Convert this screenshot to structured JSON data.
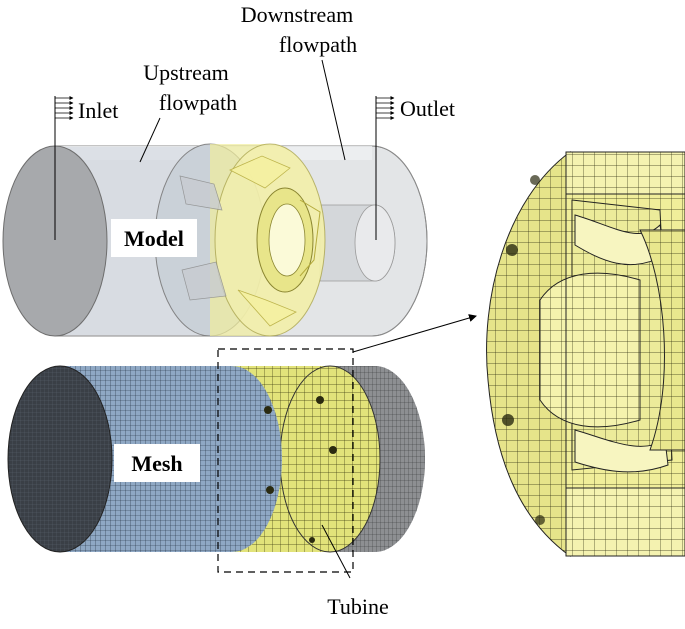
{
  "labels": {
    "downstream_line1": "Downstream",
    "downstream_line2": "flowpath",
    "upstream_line1": "Upstream",
    "upstream_line2": "flowpath",
    "inlet": "Inlet",
    "outlet": "Outlet",
    "model": "Model",
    "mesh": "Mesh",
    "turbine": "Tubine"
  },
  "colors": {
    "model_gray": "#c9cdd2",
    "model_light": "#e6e8ea",
    "turbine_yellow": "#f3f0a8",
    "mesh_blue": "#8fa8c4",
    "mesh_dark": "#3a3f46",
    "mesh_yellow": "#e2e37a",
    "mesh_gray": "#8d8f92"
  }
}
